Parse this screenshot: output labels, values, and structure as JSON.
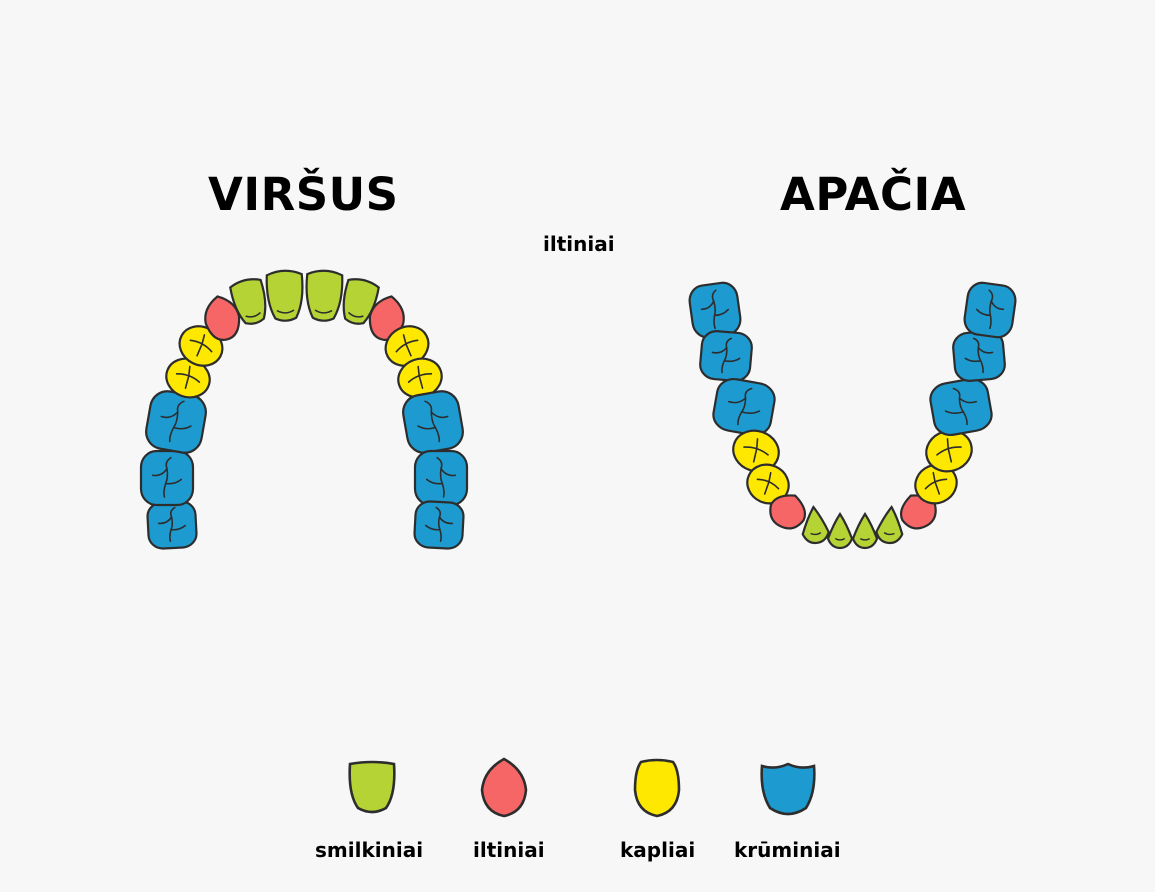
{
  "titles": {
    "upper": "VIRŠUS",
    "lower": "APAČIA"
  },
  "floating_label": "iltiniai",
  "tooth_types": {
    "incisor": {
      "label": "smilkiniai",
      "color": "#b5d334"
    },
    "canine": {
      "label": "iltiniai",
      "color": "#f76666"
    },
    "premolar": {
      "label": "kapliai",
      "color": "#ffe800"
    },
    "molar": {
      "label": "krūminiai",
      "color": "#1d9bd0"
    }
  },
  "outline_color": "#2d2d2d",
  "upper_jaw": [
    "molar",
    "molar",
    "molar",
    "premolar",
    "premolar",
    "canine",
    "incisor",
    "incisor",
    "incisor",
    "incisor",
    "canine",
    "premolar",
    "premolar",
    "molar",
    "molar",
    "molar"
  ],
  "lower_jaw": [
    "molar",
    "molar",
    "molar",
    "premolar",
    "premolar",
    "canine",
    "incisor",
    "incisor",
    "incisor",
    "incisor",
    "canine",
    "premolar",
    "premolar",
    "molar",
    "molar",
    "molar"
  ]
}
